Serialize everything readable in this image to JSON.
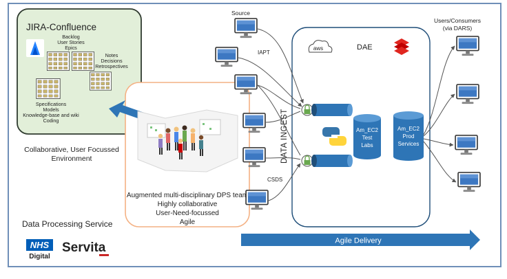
{
  "jira": {
    "title": "JIRA-Confluence",
    "group1": [
      "Backlog",
      "User Stories",
      "Epics"
    ],
    "group2": [
      "Notes",
      "Decisions",
      "Retrospectives"
    ],
    "group3": [
      "Specifications",
      "Models",
      "Knowledge-base and wiki",
      "Coding"
    ]
  },
  "collab": {
    "line1": "Collaborative, User Focussed",
    "line2": "Environment"
  },
  "team": {
    "lines": [
      "Augmented multi-disciplinary DPS team",
      "Highly collaborative",
      "User-Need-focussed",
      "Agile"
    ]
  },
  "service_label": "Data Processing Service",
  "logos": {
    "nhs": "NHS",
    "digital": "Digital",
    "servita": "Servita"
  },
  "sources": {
    "source": "Source",
    "iapt": "IAPT",
    "csds": "CSDS"
  },
  "ingest_label": "DATA INGEST",
  "dae": {
    "title": "DAE",
    "aws": "aws",
    "test_db": [
      "Am_EC2",
      "Test",
      "Labs"
    ],
    "prod_db": [
      "Am_EC2",
      "Prod",
      "Services"
    ]
  },
  "users": {
    "line1": "Users/Consumers",
    "line2": "(via DARS)"
  },
  "agile_label": "Agile Delivery",
  "colors": {
    "frame": "#6f8fb8",
    "jira_fill": "#e2efd9",
    "jira_border": "#2f3b2f",
    "team_border": "#f4b183",
    "arrow_blue": "#2e75b6",
    "db_blue": "#2e75b6",
    "db_dark": "#1f4e79",
    "nhs_blue": "#005eb8",
    "servita_red": "#c00000"
  }
}
